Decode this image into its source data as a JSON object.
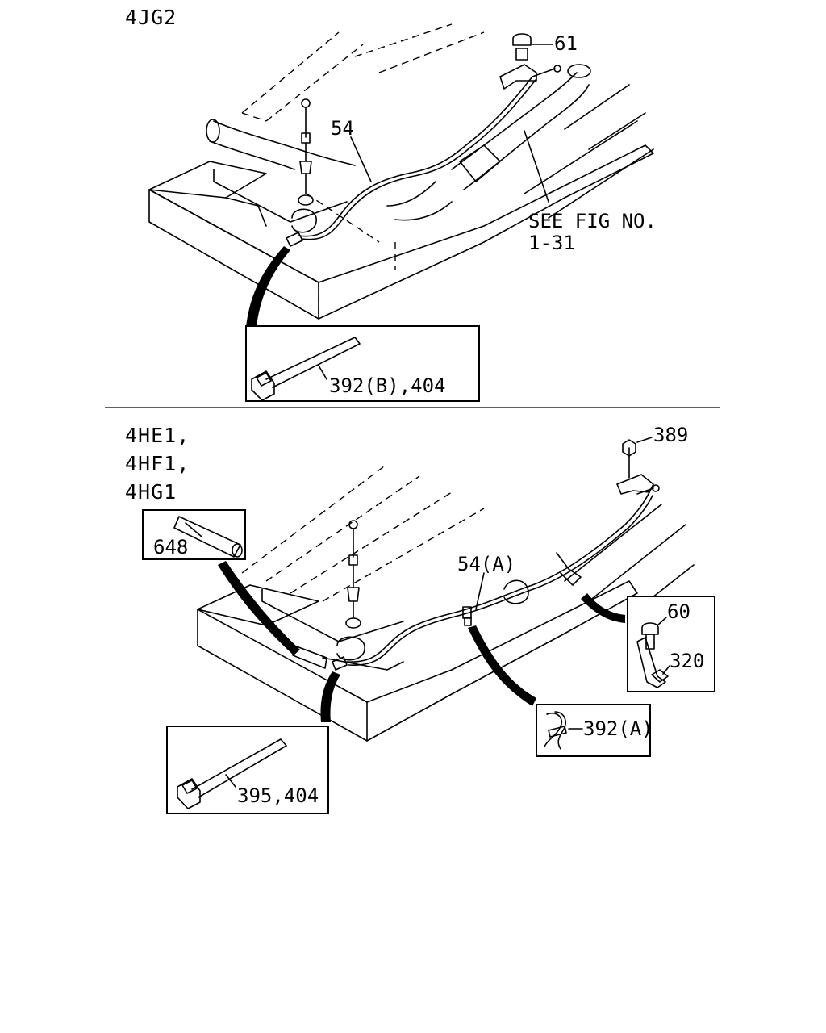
{
  "top_section": {
    "engine_label": "4JG2",
    "callouts": {
      "bolt": "61",
      "cable": "54",
      "see_fig_line1": "SEE FIG NO.",
      "see_fig_line2": "1-31"
    },
    "inset_label": "392(B),404"
  },
  "bottom_section": {
    "engine_labels": [
      "4HE1,",
      "4HF1,",
      "4HG1"
    ],
    "callouts": {
      "nut": "389",
      "cable": "54(A)"
    },
    "insets": {
      "sleeve": "648",
      "bolt": "60",
      "bracket": "320",
      "clip": "392(A)",
      "tie": "395,404"
    }
  }
}
